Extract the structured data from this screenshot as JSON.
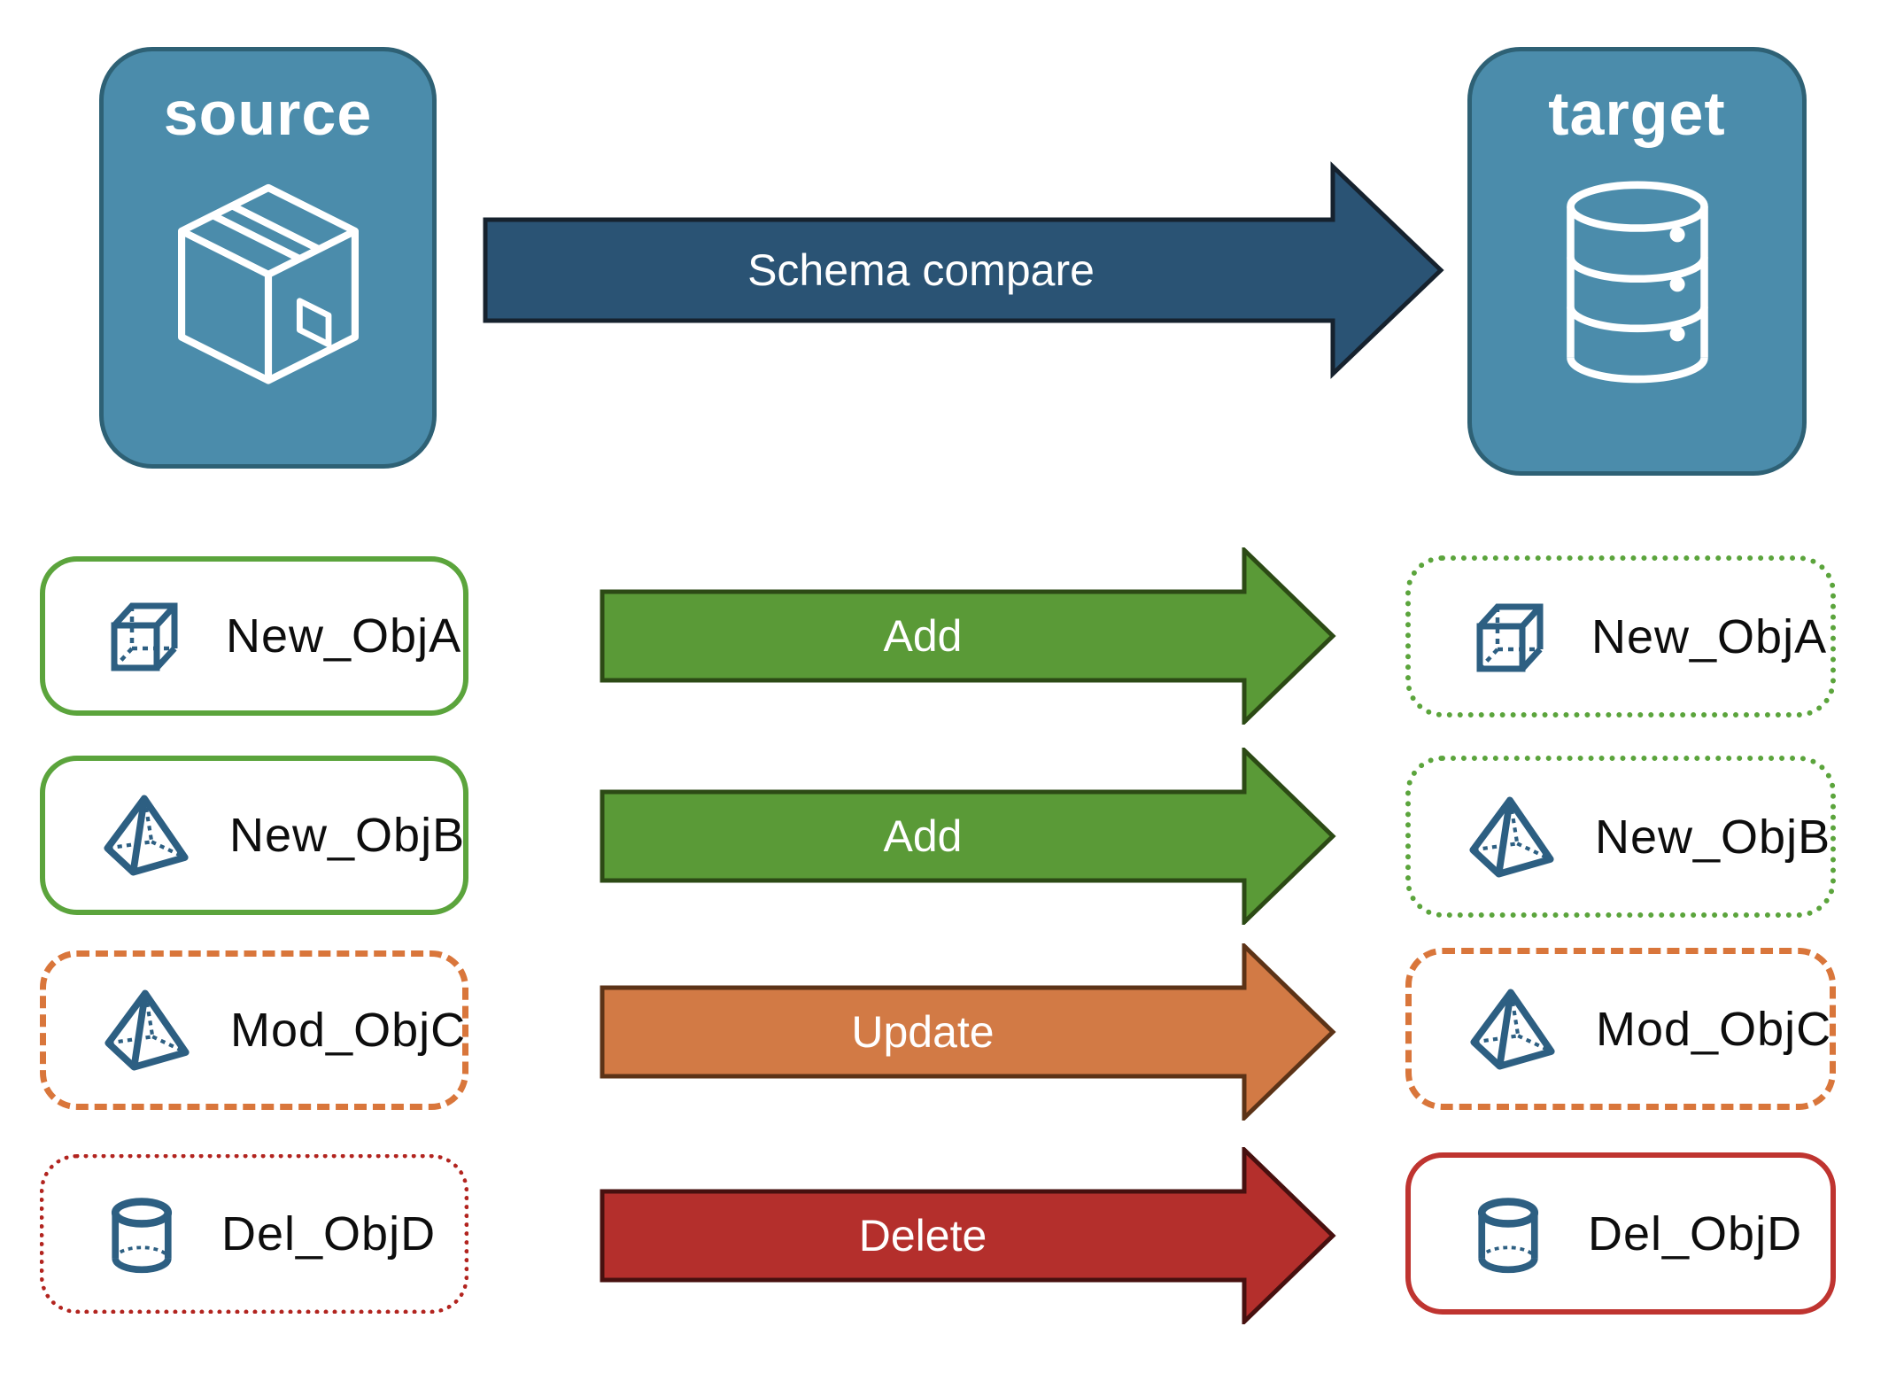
{
  "diagram": {
    "source": {
      "title": "source",
      "icon": "package-icon"
    },
    "target": {
      "title": "target",
      "icon": "database-icon"
    },
    "schema_arrow": {
      "label": "Schema compare",
      "fill": "#2a5374",
      "outline": "#16222e"
    }
  },
  "rows": [
    {
      "left": {
        "label": "New_ObjA",
        "icon": "cube-icon",
        "border_style": "solid",
        "border_color": "#5ba43c"
      },
      "arrow": {
        "label": "Add",
        "fill": "#5a9a37",
        "outline": "#2c4a15"
      },
      "right": {
        "label": "New_ObjA",
        "icon": "cube-icon",
        "border_style": "dotted",
        "border_color": "#5ba43c"
      }
    },
    {
      "left": {
        "label": "New_ObjB",
        "icon": "pyramid-icon",
        "border_style": "solid",
        "border_color": "#5ba43c"
      },
      "arrow": {
        "label": "Add",
        "fill": "#5a9a37",
        "outline": "#2c4a15"
      },
      "right": {
        "label": "New_ObjB",
        "icon": "pyramid-icon",
        "border_style": "dotted",
        "border_color": "#5ba43c"
      }
    },
    {
      "left": {
        "label": "Mod_ObjC",
        "icon": "pyramid-icon",
        "border_style": "dashed",
        "border_color": "#d9763b"
      },
      "arrow": {
        "label": "Update",
        "fill": "#d27a45",
        "outline": "#5c3317"
      },
      "right": {
        "label": "Mod_ObjC",
        "icon": "pyramid-icon",
        "border_style": "dashed",
        "border_color": "#d9763b"
      }
    },
    {
      "left": {
        "label": "Del_ObjD",
        "icon": "cylinder-icon",
        "border_style": "dotted",
        "border_color": "#b2241f"
      },
      "arrow": {
        "label": "Delete",
        "fill": "#b42f2c",
        "outline": "#47100f"
      },
      "right": {
        "label": "Del_ObjD",
        "icon": "cylinder-icon",
        "border_style": "solid",
        "border_color": "#bf3430"
      }
    }
  ],
  "colors": {
    "node_fill": "#4b8cab",
    "node_border": "#2e6175",
    "icon_blue": "#2d5f82",
    "green": "#5ba43c",
    "orange": "#d9763b",
    "red": "#b2241f",
    "dark_blue_arrow": "#2a5374"
  }
}
